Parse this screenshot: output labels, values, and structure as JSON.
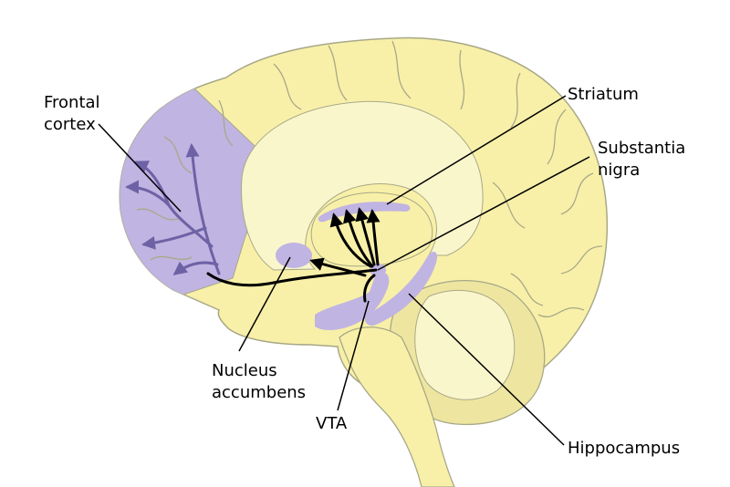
{
  "labels": {
    "frontal_cortex": [
      "Frontal",
      "cortex"
    ],
    "striatum": "Striatum",
    "substantia_nigra": [
      "Substantia",
      "nigra"
    ],
    "nucleus_accumbens": [
      "Nucleus",
      "accumbens"
    ],
    "vta": "VTA",
    "hippocampus": "Hippocampus"
  },
  "colors": {
    "brain_fill": "#f8f0a8",
    "brain_outline": "#a8a888",
    "inner_region": "#faf6cc",
    "dopamine_region": "#c0b4e2",
    "cerebellum": "#eee6a0",
    "pathway": "#000000",
    "cortex_branches": "#6e62a6",
    "leader_line": "#000000"
  }
}
